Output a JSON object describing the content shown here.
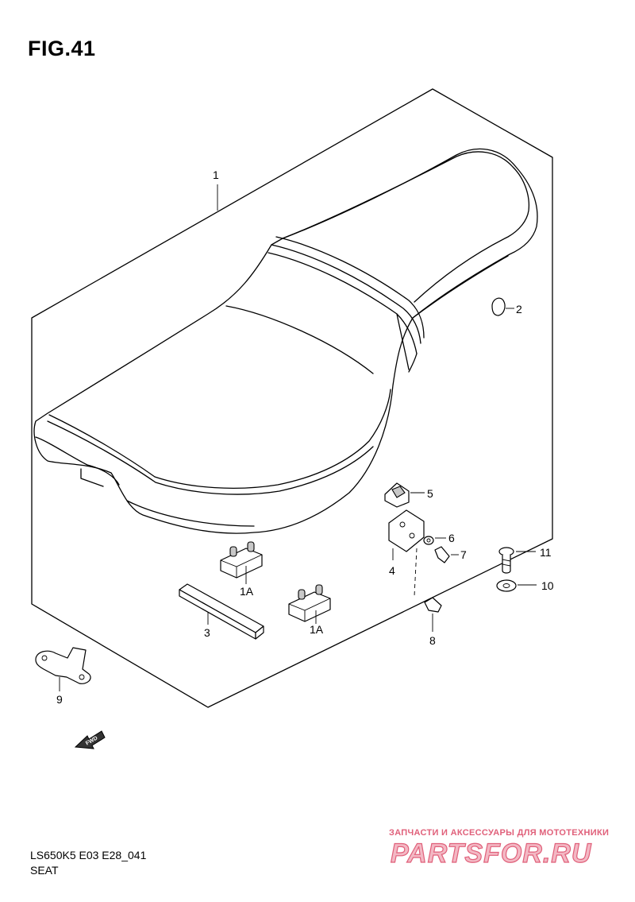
{
  "figure": {
    "title": "FIG.41",
    "code": "LS650K5 E03 E28_041",
    "name": "SEAT"
  },
  "callouts": [
    {
      "id": "c1",
      "label": "1"
    },
    {
      "id": "c2",
      "label": "2"
    },
    {
      "id": "c3",
      "label": "3"
    },
    {
      "id": "c4",
      "label": "4"
    },
    {
      "id": "c5",
      "label": "5"
    },
    {
      "id": "c6",
      "label": "6"
    },
    {
      "id": "c7",
      "label": "7"
    },
    {
      "id": "c8",
      "label": "8"
    },
    {
      "id": "c9",
      "label": "9"
    },
    {
      "id": "c10",
      "label": "10"
    },
    {
      "id": "c11",
      "label": "11"
    },
    {
      "id": "c1a-left",
      "label": "1A"
    },
    {
      "id": "c1a-right",
      "label": "1A"
    }
  ],
  "fwd_arrow": {
    "label": "FWD",
    "icon": "forward-arrow-icon"
  },
  "watermark": {
    "tagline": "ЗАПЧАСТИ И АКСЕССУАРЫ ДЛЯ МОТОТЕХНИКИ",
    "logo": "PARTSFOR.RU",
    "color": "#e0607a"
  }
}
